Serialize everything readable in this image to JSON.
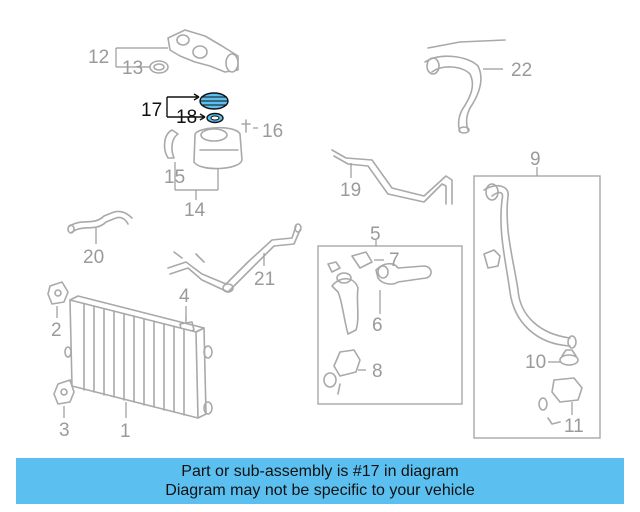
{
  "labels": {
    "l1": "1",
    "l2": "2",
    "l3": "3",
    "l4": "4",
    "l5": "5",
    "l6": "6",
    "l7": "7",
    "l8": "8",
    "l9": "9",
    "l10": "10",
    "l11": "11",
    "l12": "12",
    "l13": "13",
    "l14": "14",
    "l15": "15",
    "l16": "16",
    "l17": "17",
    "l18": "18",
    "l19": "19",
    "l20": "20",
    "l21": "21",
    "l22": "22"
  },
  "highlight_color": "#5bc0f0",
  "banner": {
    "line1": "Part or sub-assembly is #17 in diagram",
    "line2": "Diagram may not be specific to your vehicle"
  }
}
